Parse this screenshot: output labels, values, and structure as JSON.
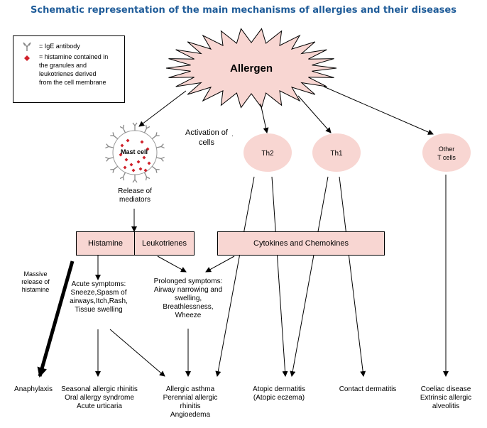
{
  "title": "Schematic representation of the main mechanisms of allergies and their diseases",
  "legend": {
    "ige": "= IgE antibody",
    "histamine": [
      "= histamine contained in",
      "the granules and",
      "leukotrienes derived",
      "from the cell membrane"
    ]
  },
  "allergen": "Allergen",
  "mast_cell": "Mast cell",
  "activation": [
    "Activation of",
    "cells"
  ],
  "th2": "Th2",
  "th1": "Th1",
  "other_t": [
    "Other",
    "T cells"
  ],
  "release": [
    "Release of",
    "mediators"
  ],
  "histamine_box": "Histamine",
  "leukotrienes_box": "Leukotrienes",
  "cytokines_box": "Cytokines and Chemokines",
  "massive": [
    "Massive",
    "release of",
    "histamine"
  ],
  "acute": [
    "Acute symptoms:",
    "Sneeze,Spasm of",
    "airways,Itch,Rash,",
    "Tissue swelling"
  ],
  "prolonged": [
    "Prolonged symptoms:",
    "Airway narrowing and",
    "swelling,",
    "Breathlessness,",
    "Wheeze"
  ],
  "outcomes": {
    "anaphylaxis": "Anaphylaxis",
    "seasonal": [
      "Seasonal allergic rhinitis",
      "Oral allergy syndrome",
      "Acute urticaria"
    ],
    "asthma": [
      "Allergic asthma",
      "Perennial allergic",
      "rhinitis",
      "Angioedema"
    ],
    "atopic": [
      "Atopic dermatitis",
      "(Atopic eczema)"
    ],
    "contact": "Contact dermatitis",
    "coeliac": [
      "Coeliac disease",
      "Extrinsic allergic",
      "alveolitis"
    ]
  },
  "colors": {
    "title": "#1f5c99",
    "pink": "#f8d6d2",
    "histamine_dot": "#d0202a",
    "antibody": "#888888"
  }
}
